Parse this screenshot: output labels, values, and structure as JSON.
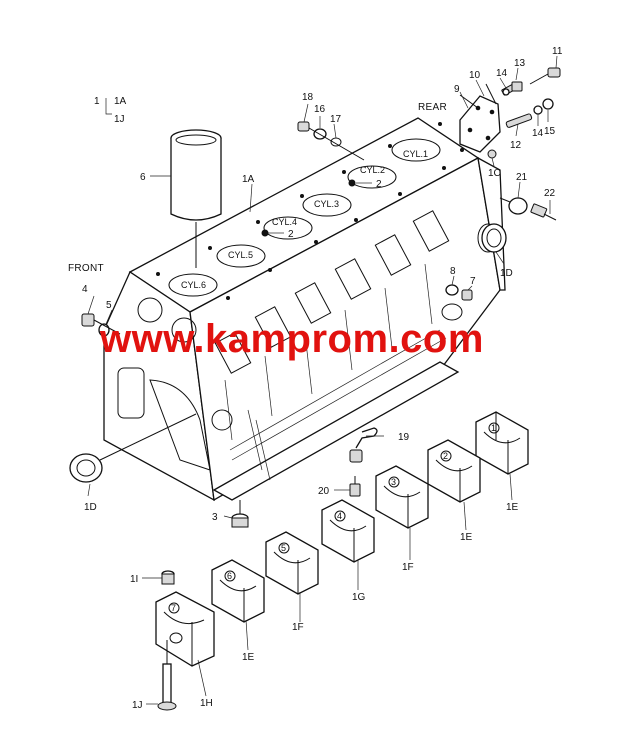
{
  "header": {
    "front_label": "FRONT",
    "rear_label": "REAR",
    "range_start": "1",
    "range_from": "1A",
    "range_to": "1J"
  },
  "cylinders": [
    "CYL.1",
    "CYL.2",
    "CYL.3",
    "CYL.4",
    "CYL.5",
    "CYL.6"
  ],
  "watermark": "www.kamprom.com",
  "callouts": {
    "c1A": "1A",
    "c1C": "1C",
    "c1D_right": "1D",
    "c1D_left": "1D",
    "c1E_a": "1E",
    "c1E_b": "1E",
    "c1E_c": "1E",
    "c1F_a": "1F",
    "c1F_b": "1F",
    "c1G": "1G",
    "c1H": "1H",
    "c1I": "1I",
    "c1J": "1J",
    "c2_a": "2",
    "c2_b": "2",
    "c3": "3",
    "c4": "4",
    "c5": "5",
    "c6": "6",
    "c7": "7",
    "c8": "8",
    "c9": "9",
    "c10": "10",
    "c11": "11",
    "c12": "12",
    "c13": "13",
    "c14_a": "14",
    "c14_b": "14",
    "c15": "15",
    "c16": "16",
    "c17": "17",
    "c18": "18",
    "c19": "19",
    "c20": "20",
    "c21": "21",
    "c22": "22"
  },
  "caps": [
    {
      "number": "1"
    },
    {
      "number": "2"
    },
    {
      "number": "3"
    },
    {
      "number": "4"
    },
    {
      "number": "5"
    },
    {
      "number": "6"
    },
    {
      "number": "7"
    }
  ],
  "colors": {
    "watermark": "#e1120f",
    "line": "#111111",
    "background": "#ffffff"
  }
}
